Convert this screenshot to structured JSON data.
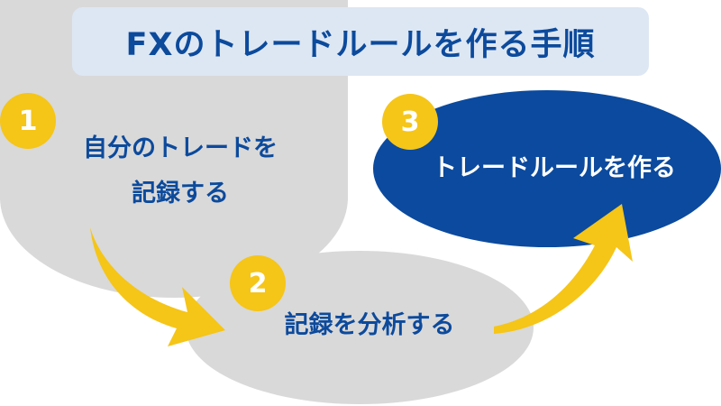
{
  "title": "FXのトレードルールを作る手順",
  "steps": [
    {
      "number": "1",
      "line1": "自分のトレードを",
      "line2": "記録する"
    },
    {
      "number": "2",
      "line1": "記録を分析する"
    },
    {
      "number": "3",
      "line1": "トレードルールを作る"
    }
  ],
  "colors": {
    "title_bg": "#dde7f3",
    "title_text": "#0c4a9c",
    "ellipse_gray": "#d9d9d9",
    "ellipse_blue": "#0b4a9e",
    "badge_yellow": "#f5c518",
    "arrow_yellow": "#f5c518"
  }
}
